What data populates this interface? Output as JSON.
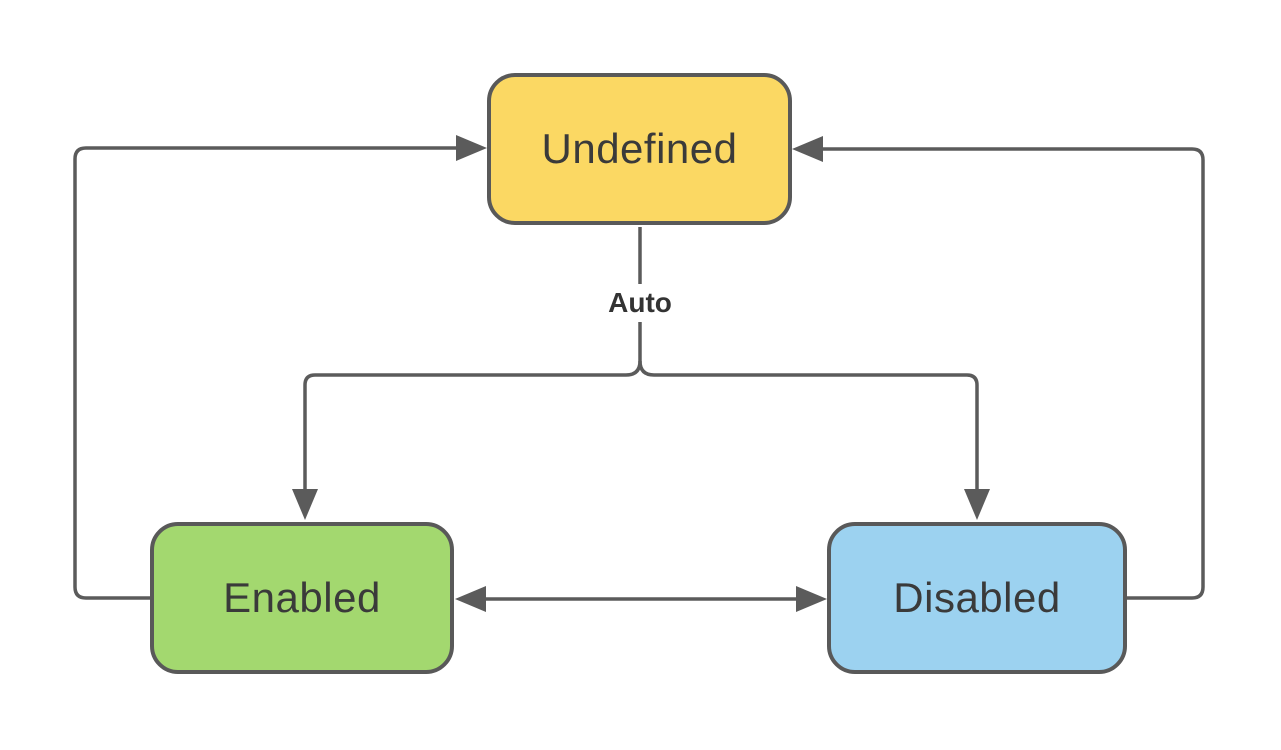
{
  "diagram": {
    "type": "state-diagram",
    "nodes": [
      {
        "id": "undefined",
        "label": "Undefined",
        "fill": "#fbd863",
        "position": "top-center"
      },
      {
        "id": "enabled",
        "label": "Enabled",
        "fill": "#a3d86f",
        "position": "bottom-left"
      },
      {
        "id": "disabled",
        "label": "Disabled",
        "fill": "#9cd2f0",
        "position": "bottom-right"
      }
    ],
    "edges": [
      {
        "from": "Undefined",
        "to": "Enabled",
        "label": "Auto",
        "style": "branch-down"
      },
      {
        "from": "Undefined",
        "to": "Disabled",
        "label": "Auto",
        "style": "branch-down"
      },
      {
        "from": "Enabled",
        "to": "Undefined",
        "label": "",
        "style": "loop-left"
      },
      {
        "from": "Disabled",
        "to": "Undefined",
        "label": "",
        "style": "loop-right"
      },
      {
        "from": "Enabled",
        "to": "Disabled",
        "label": "",
        "style": "bidirectional"
      }
    ]
  },
  "colors": {
    "undefined_fill": "#fbd863",
    "enabled_fill": "#a3d86f",
    "disabled_fill": "#9cd2f0",
    "node_border_color": "#595959",
    "node_text_color": "#3a3a3a",
    "line_color": "#5b5b5b",
    "edge_label_color": "#333333",
    "background": "#ffffff"
  }
}
